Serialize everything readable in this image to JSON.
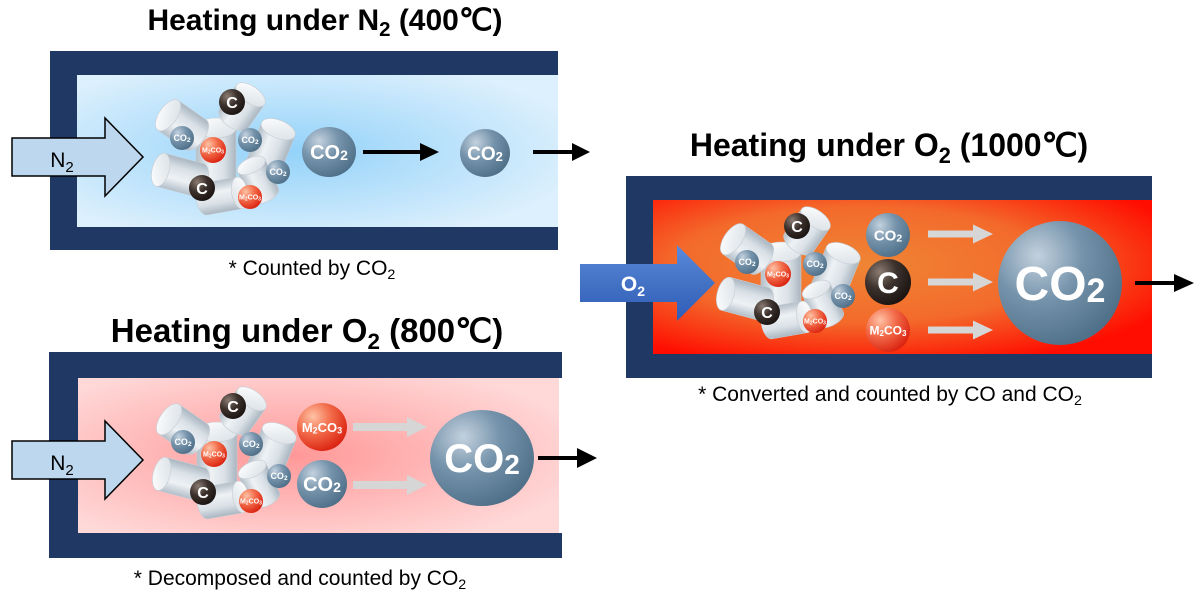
{
  "diagram": {
    "colors": {
      "frame": "#203864",
      "inlet_n2_fill": "#bdd7ee",
      "inlet_n2_stroke": "#000000",
      "inlet_o2_fill": "#4472c4",
      "flow_arrow_gray": "#d6d6d6",
      "flow_arrow_black": "#000000",
      "co2_ball": "#5f8199",
      "carbon_ball": "#2e2522",
      "carbonate_ball": "#e8401f"
    },
    "molecules": {
      "co2": {
        "base": "CO",
        "sub": "2"
      },
      "carbon": {
        "label": "C"
      },
      "carbonate": {
        "part1": "M",
        "sub1": "2",
        "part2": "CO",
        "sub2": "3"
      }
    },
    "panels": [
      {
        "title": {
          "prefix": "Heating under N",
          "sub": "2",
          "suffix": " (400℃)"
        },
        "inlet_gas": {
          "base": "N",
          "sub": "2"
        },
        "caption": {
          "prefix": "* Counted by CO",
          "sub": "2"
        },
        "chamber_gradient": {
          "center": "#93d2f9",
          "edge": "#ddf0fd"
        }
      },
      {
        "title": {
          "prefix": "Heating under O",
          "sub": "2",
          "suffix": " (800℃)"
        },
        "inlet_gas": {
          "base": "N",
          "sub": "2"
        },
        "caption": {
          "prefix": "* Decomposed and counted by CO",
          "sub": "2"
        },
        "chamber_gradient": {
          "center": "#ff9898",
          "edge": "#ffd8d8"
        }
      },
      {
        "title": {
          "prefix": "Heating under O",
          "sub": "2",
          "suffix": " (1000℃)"
        },
        "inlet_gas": {
          "base": "O",
          "sub": "2"
        },
        "caption": {
          "prefix": "* Converted and counted by CO and CO",
          "sub": "2"
        },
        "chamber_gradient": {
          "center": "#ef8535",
          "mid": "#f36a2b",
          "edge": "#ff0d00"
        }
      }
    ]
  }
}
